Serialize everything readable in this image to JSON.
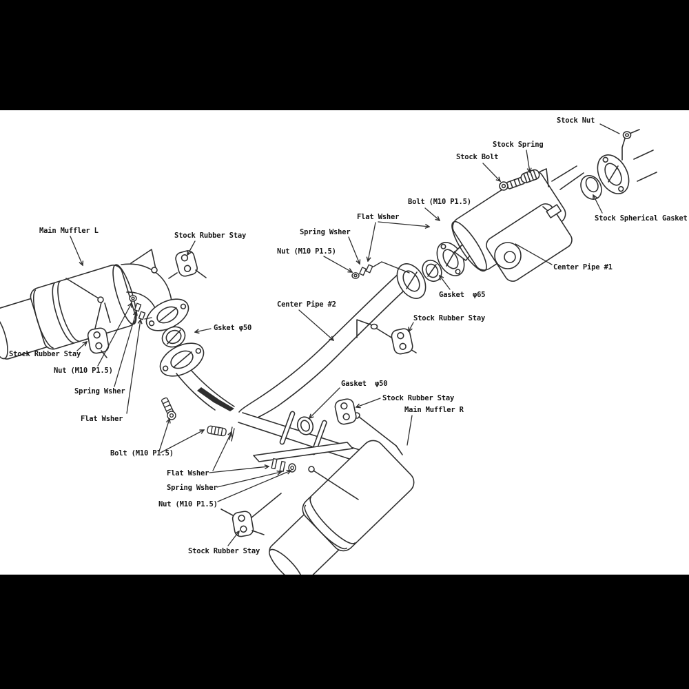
{
  "colors": {
    "letterbox": "#000000",
    "canvas": "#ffffff",
    "line": "#2e2e2e",
    "text": "#151515"
  },
  "labels": {
    "stock_nut": "Stock Nut",
    "stock_spring": "Stock Spring",
    "stock_bolt": "Stock Bolt",
    "bolt_m10_upper": "Bolt (M10 P1.5)",
    "flat_wsher_upper": "Flat Wsher",
    "spring_wsher_upper": "Spring Wsher",
    "nut_m10_upper": "Nut (M10 P1.5)",
    "stock_spherical_gasket": "Stock Spherical Gasket",
    "center_pipe_1": "Center Pipe #1",
    "gasket_65": "Gasket  φ65",
    "main_muffler_l": "Main Muffler L",
    "stock_rubber_stay_upper_left": "Stock Rubber Stay",
    "center_pipe_2": "Center Pipe #2",
    "gsket_50": "Gsket φ50",
    "stock_rubber_stay_mid_right": "Stock Rubber Stay",
    "stock_rubber_stay_left": "Stock Rubber Stay",
    "nut_m10_left": "Nut (M10 P1.5)",
    "spring_wsher_left": "Spring Wsher",
    "flat_wsher_left": "Flat Wsher",
    "bolt_m10_left": "Bolt (M10 P1.5)",
    "gasket_50": "Gasket  φ50",
    "stock_rubber_stay_mid": "Stock Rubber Stay",
    "main_muffler_r": "Main Muffler R",
    "flat_wsher_lower": "Flat Wsher",
    "spring_wsher_lower": "Spring Wsher",
    "nut_m10_lower": "Nut (M10 P1.5)",
    "stock_rubber_stay_bottom": "Stock Rubber Stay"
  }
}
